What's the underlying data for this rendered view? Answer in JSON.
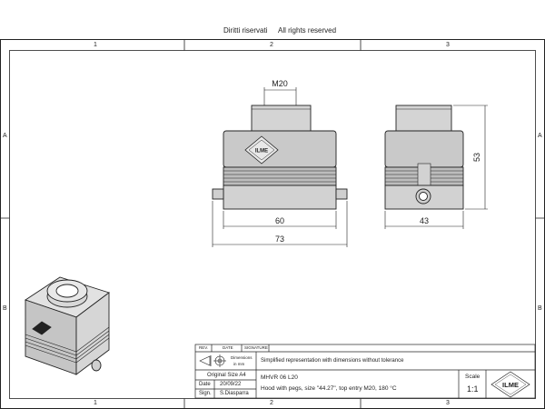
{
  "header": {
    "rights_it": "Diritti riservati",
    "rights_en": "All rights reserved"
  },
  "zones": {
    "columns": [
      "1",
      "2",
      "3"
    ],
    "rows": [
      "A",
      "B"
    ]
  },
  "dimensions": {
    "thread": "M20",
    "width_front": "60",
    "width_overall": "73",
    "height": "53",
    "depth": "43"
  },
  "title_block": {
    "rev_label": "REV.",
    "date_label": "DATE",
    "signature_label": "SIGNATURE",
    "dimensions_note_1": "Dimensions",
    "dimensions_note_2": "in mm",
    "representation_note": "Simplified representation with dimensions without tolerance",
    "original_size": "Original Size A4",
    "date_row_label": "Date",
    "date_value": "20/09/22",
    "sign_row_label": "Sign.",
    "sign_value": "S.Diasparra",
    "part_code": "MHVR 06 L20",
    "description": "Hood with pegs, size \"44.27\", top entry M20, 180 °C",
    "scale_label": "Scale",
    "scale_value": "1:1",
    "logo_text": "ILME"
  },
  "colors": {
    "line": "#222222",
    "body_fill": "#c9c9c9",
    "body_fill_light": "#e2e2e2"
  }
}
